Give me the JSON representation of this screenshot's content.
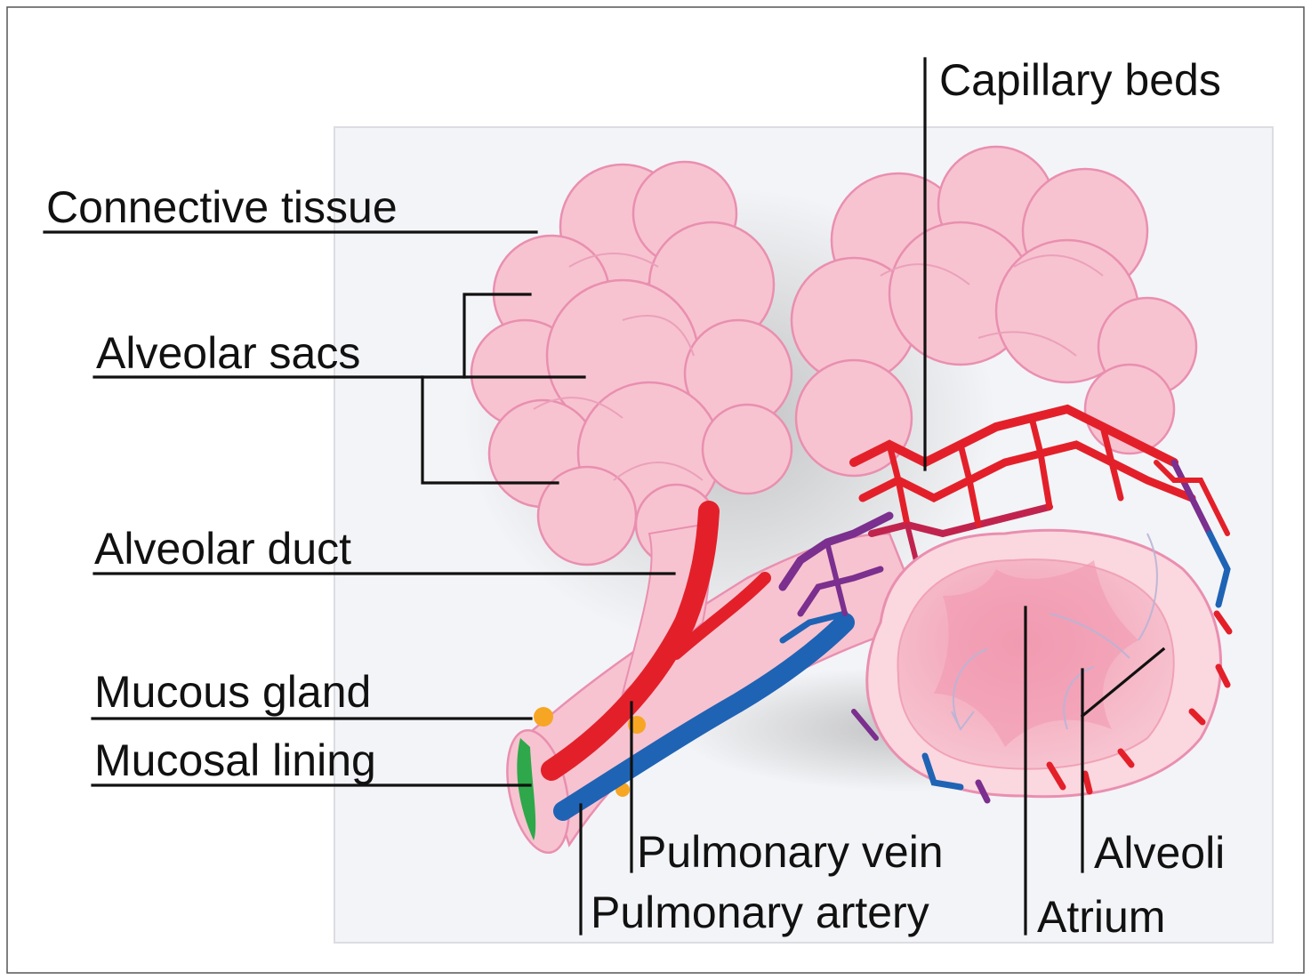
{
  "labels": {
    "connective_tissue": "Connective tissue",
    "alveolar_sacs": "Alveolar sacs",
    "alveolar_duct": "Alveolar duct",
    "mucous_gland": "Mucous gland",
    "mucosal_lining": "Mucosal lining",
    "pulmonary_vein": "Pulmonary vein",
    "pulmonary_artery": "Pulmonary artery",
    "atrium": "Atrium",
    "alveoli": "Alveoli",
    "capillary_beds": "Capillary beds"
  },
  "colors": {
    "tissue_pink": "#f7c3d0",
    "tissue_outline": "#e98fb0",
    "artery_red": "#e3202a",
    "vein_blue": "#1f63b5",
    "mix_purple": "#7b2f8e",
    "gland_orange": "#f6a623",
    "lining_green": "#2ea84a",
    "panel_bg": "#f3f4f7"
  }
}
